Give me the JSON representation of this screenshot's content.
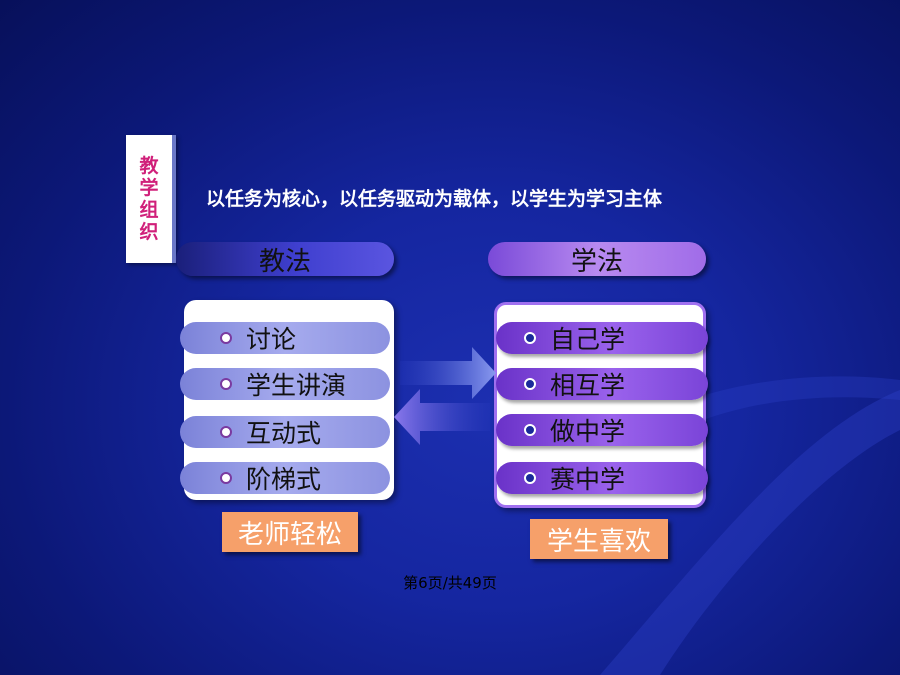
{
  "slide": {
    "vertical_title": [
      "教",
      "学",
      "组",
      "织"
    ],
    "subtitle": "以任务为核心，以任务驱动为载体，以学生为学习主体"
  },
  "left": {
    "header": "教法",
    "items": [
      "讨论",
      "学生讲演",
      "互动式",
      "阶梯式"
    ],
    "caption": "老师轻松"
  },
  "right": {
    "header": "学法",
    "items": [
      "自己学",
      "相互学",
      "做中学",
      "赛中学"
    ],
    "caption": "学生喜欢"
  },
  "footer": {
    "page": "第6页/共49页"
  },
  "colors": {
    "background": "#1526a0",
    "vertical_title_text": "#d0207a",
    "caption_bg": "#f6a06a"
  }
}
